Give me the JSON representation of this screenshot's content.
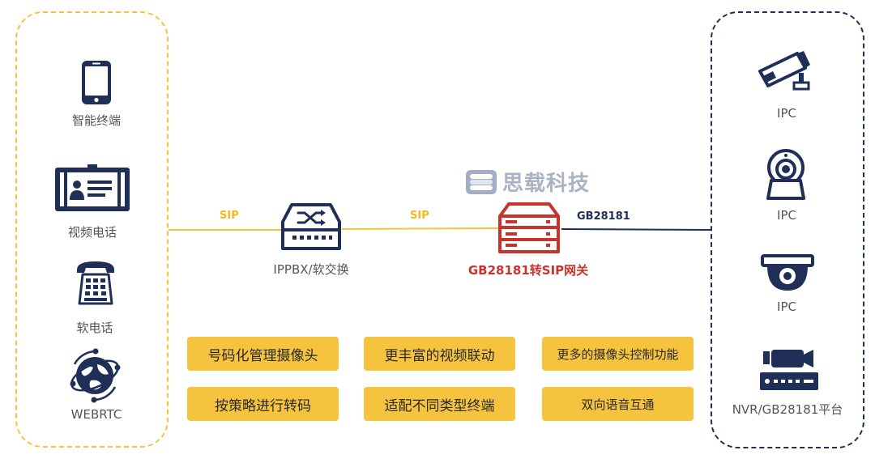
{
  "watermark": {
    "text": "思载科技"
  },
  "left_group": {
    "items": [
      {
        "label": "智能终端",
        "icon": "smartphone-icon"
      },
      {
        "label": "视频电话",
        "icon": "video-phone-icon"
      },
      {
        "label": "软电话",
        "icon": "desk-phone-icon"
      },
      {
        "label": "WEBRTC",
        "icon": "webrtc-globe-icon"
      }
    ]
  },
  "center": {
    "ippbx_label": "IPPBX/软交换",
    "gateway_label": "GB28181转SIP网关"
  },
  "links": {
    "sip_1": "SIP",
    "sip_2": "SIP",
    "gb": "GB28181"
  },
  "right_group": {
    "items": [
      {
        "label": "IPC",
        "icon": "bullet-camera-icon"
      },
      {
        "label": "IPC",
        "icon": "ptz-camera-icon"
      },
      {
        "label": "IPC",
        "icon": "dome-camera-icon"
      },
      {
        "label": "NVR/GB28181平台",
        "icon": "nvr-recorder-icon"
      }
    ]
  },
  "features": [
    "号码化管理摄像头",
    "更丰富的视频联动",
    "更多的摄像头控制功能",
    "按策略进行转码",
    "适配不同类型终端",
    "双向语音互通"
  ],
  "colors": {
    "accent_yellow": "#f5c33d",
    "navy": "#1f2f57",
    "gateway_red": "#c8342b"
  }
}
